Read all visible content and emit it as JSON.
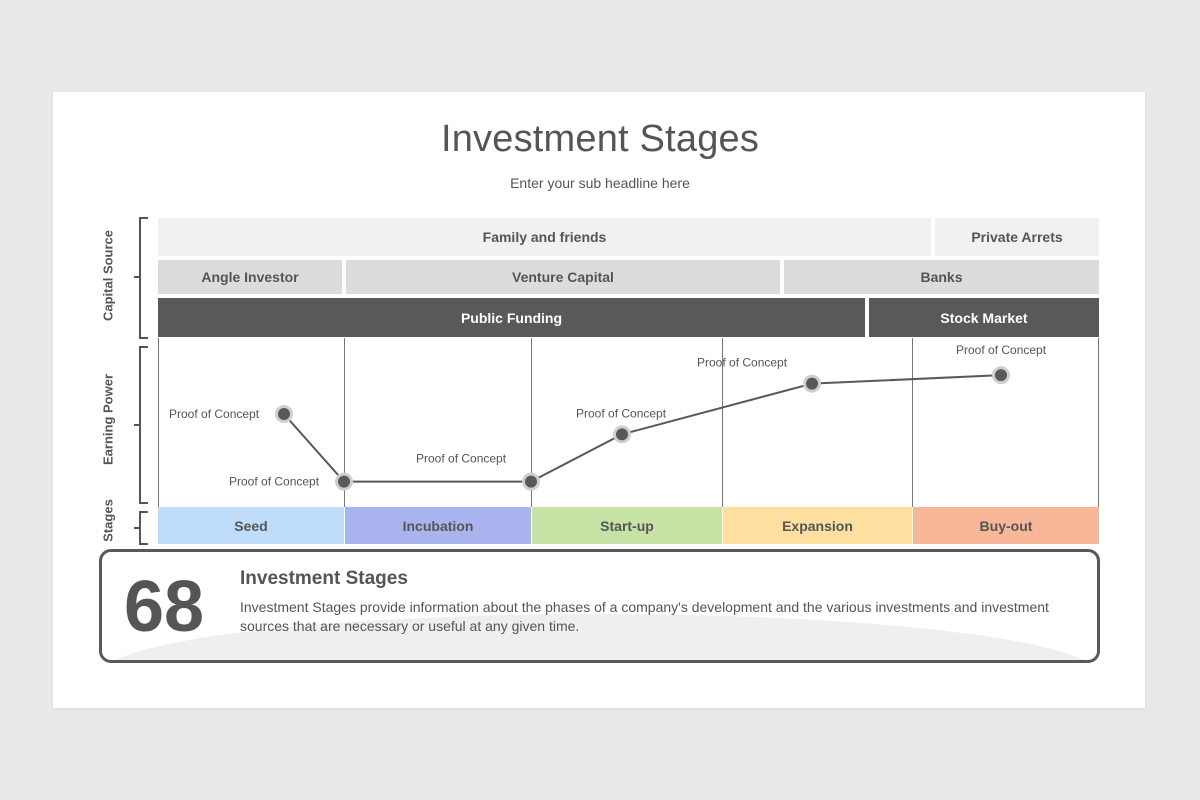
{
  "header": {
    "title": "Investment Stages",
    "subtitle": "Enter your sub headline here"
  },
  "side_labels": {
    "capital_source": "Capital Source",
    "earning_power": "Earning Power",
    "stages": "Stages"
  },
  "capital_rows": {
    "row1": [
      "Family and friends",
      "Private Arrets"
    ],
    "row2": [
      "Angle Investor",
      "Venture Capital",
      "Banks"
    ],
    "row3": [
      "Public Funding",
      "Stock Market"
    ]
  },
  "stages": [
    {
      "label": "Seed",
      "color": "#bfdcfb"
    },
    {
      "label": "Incubation",
      "color": "#a9b4ee"
    },
    {
      "label": "Start-up",
      "color": "#c6e2a5"
    },
    {
      "label": "Expansion",
      "color": "#fde0a0"
    },
    {
      "label": "Buy-out",
      "color": "#f7b798"
    }
  ],
  "chart_data": {
    "type": "line",
    "points": [
      {
        "label": "Proof of Concept",
        "earning": 0.55
      },
      {
        "label": "Proof of Concept",
        "earning": 0.15
      },
      {
        "label": "Proof of Concept",
        "earning": 0.15
      },
      {
        "label": "Proof of Concept",
        "earning": 0.43
      },
      {
        "label": "Proof of Concept",
        "earning": 0.73
      },
      {
        "label": "Proof of Concept",
        "earning": 0.78
      }
    ]
  },
  "info": {
    "number": "68",
    "heading": "Investment Stages",
    "text": "Investment Stages provide information about the phases of a company's development and the various investments and investment sources that are necessary or useful at any given time."
  }
}
